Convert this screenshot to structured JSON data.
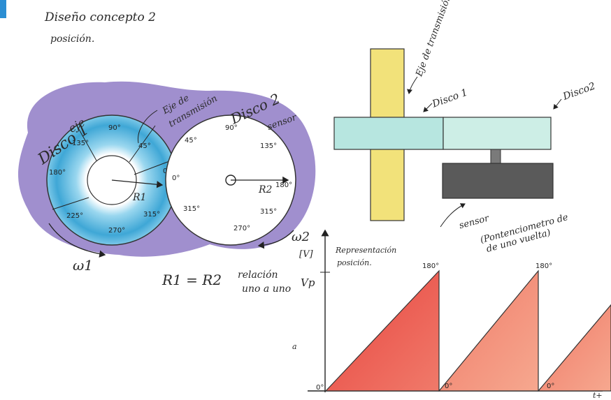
{
  "header": {
    "line1": "Diseño concepto 2",
    "line2": "posición."
  },
  "disc1": {
    "title": "Disco 1",
    "eje": "eje",
    "radius_label": "R1",
    "angles": [
      "90°",
      "135°",
      "45°",
      "180°",
      "0°",
      "225°",
      "270°",
      "315°"
    ],
    "omega": "ω1"
  },
  "disc2": {
    "title": "Disco 2",
    "sensor": "sensor",
    "radius_label": "R2",
    "angles": [
      "90°",
      "45°",
      "135°",
      "180°",
      "315°",
      "270°",
      "315°"
    ],
    "omega": "ω2",
    "zero": "0°"
  },
  "shaft_label": {
    "line1": "Eje de",
    "line2": "transmisión"
  },
  "relation": {
    "eq": "R1 = R2",
    "text1": "relación",
    "text2": "uno a uno"
  },
  "side_view": {
    "shaft": "Eje de transmisión",
    "disc1": "Disco 1",
    "disc2": "Disco2",
    "sensor_line1": "sensor",
    "sensor_line2": "(Pontenciometro de",
    "sensor_line3": "de uno vuelta)"
  },
  "graph": {
    "y_unit": "[V]",
    "title_line1": "Representación",
    "title_line2": "posición.",
    "y_tick": "Vp",
    "y_small": "a",
    "peak_labels": [
      "180°",
      "180°"
    ],
    "zero_labels": [
      "0°",
      "0°",
      "0°"
    ],
    "x_label": "t+"
  },
  "colors": {
    "purple": "#8f7bc6",
    "blue": "#5fb9de",
    "teal": "#b7e6e0",
    "yellow": "#f2e27a",
    "gray": "#5a5a5a",
    "red": "#ea5a52",
    "salmon": "#f2917e",
    "corner": "#2b8ed3"
  }
}
